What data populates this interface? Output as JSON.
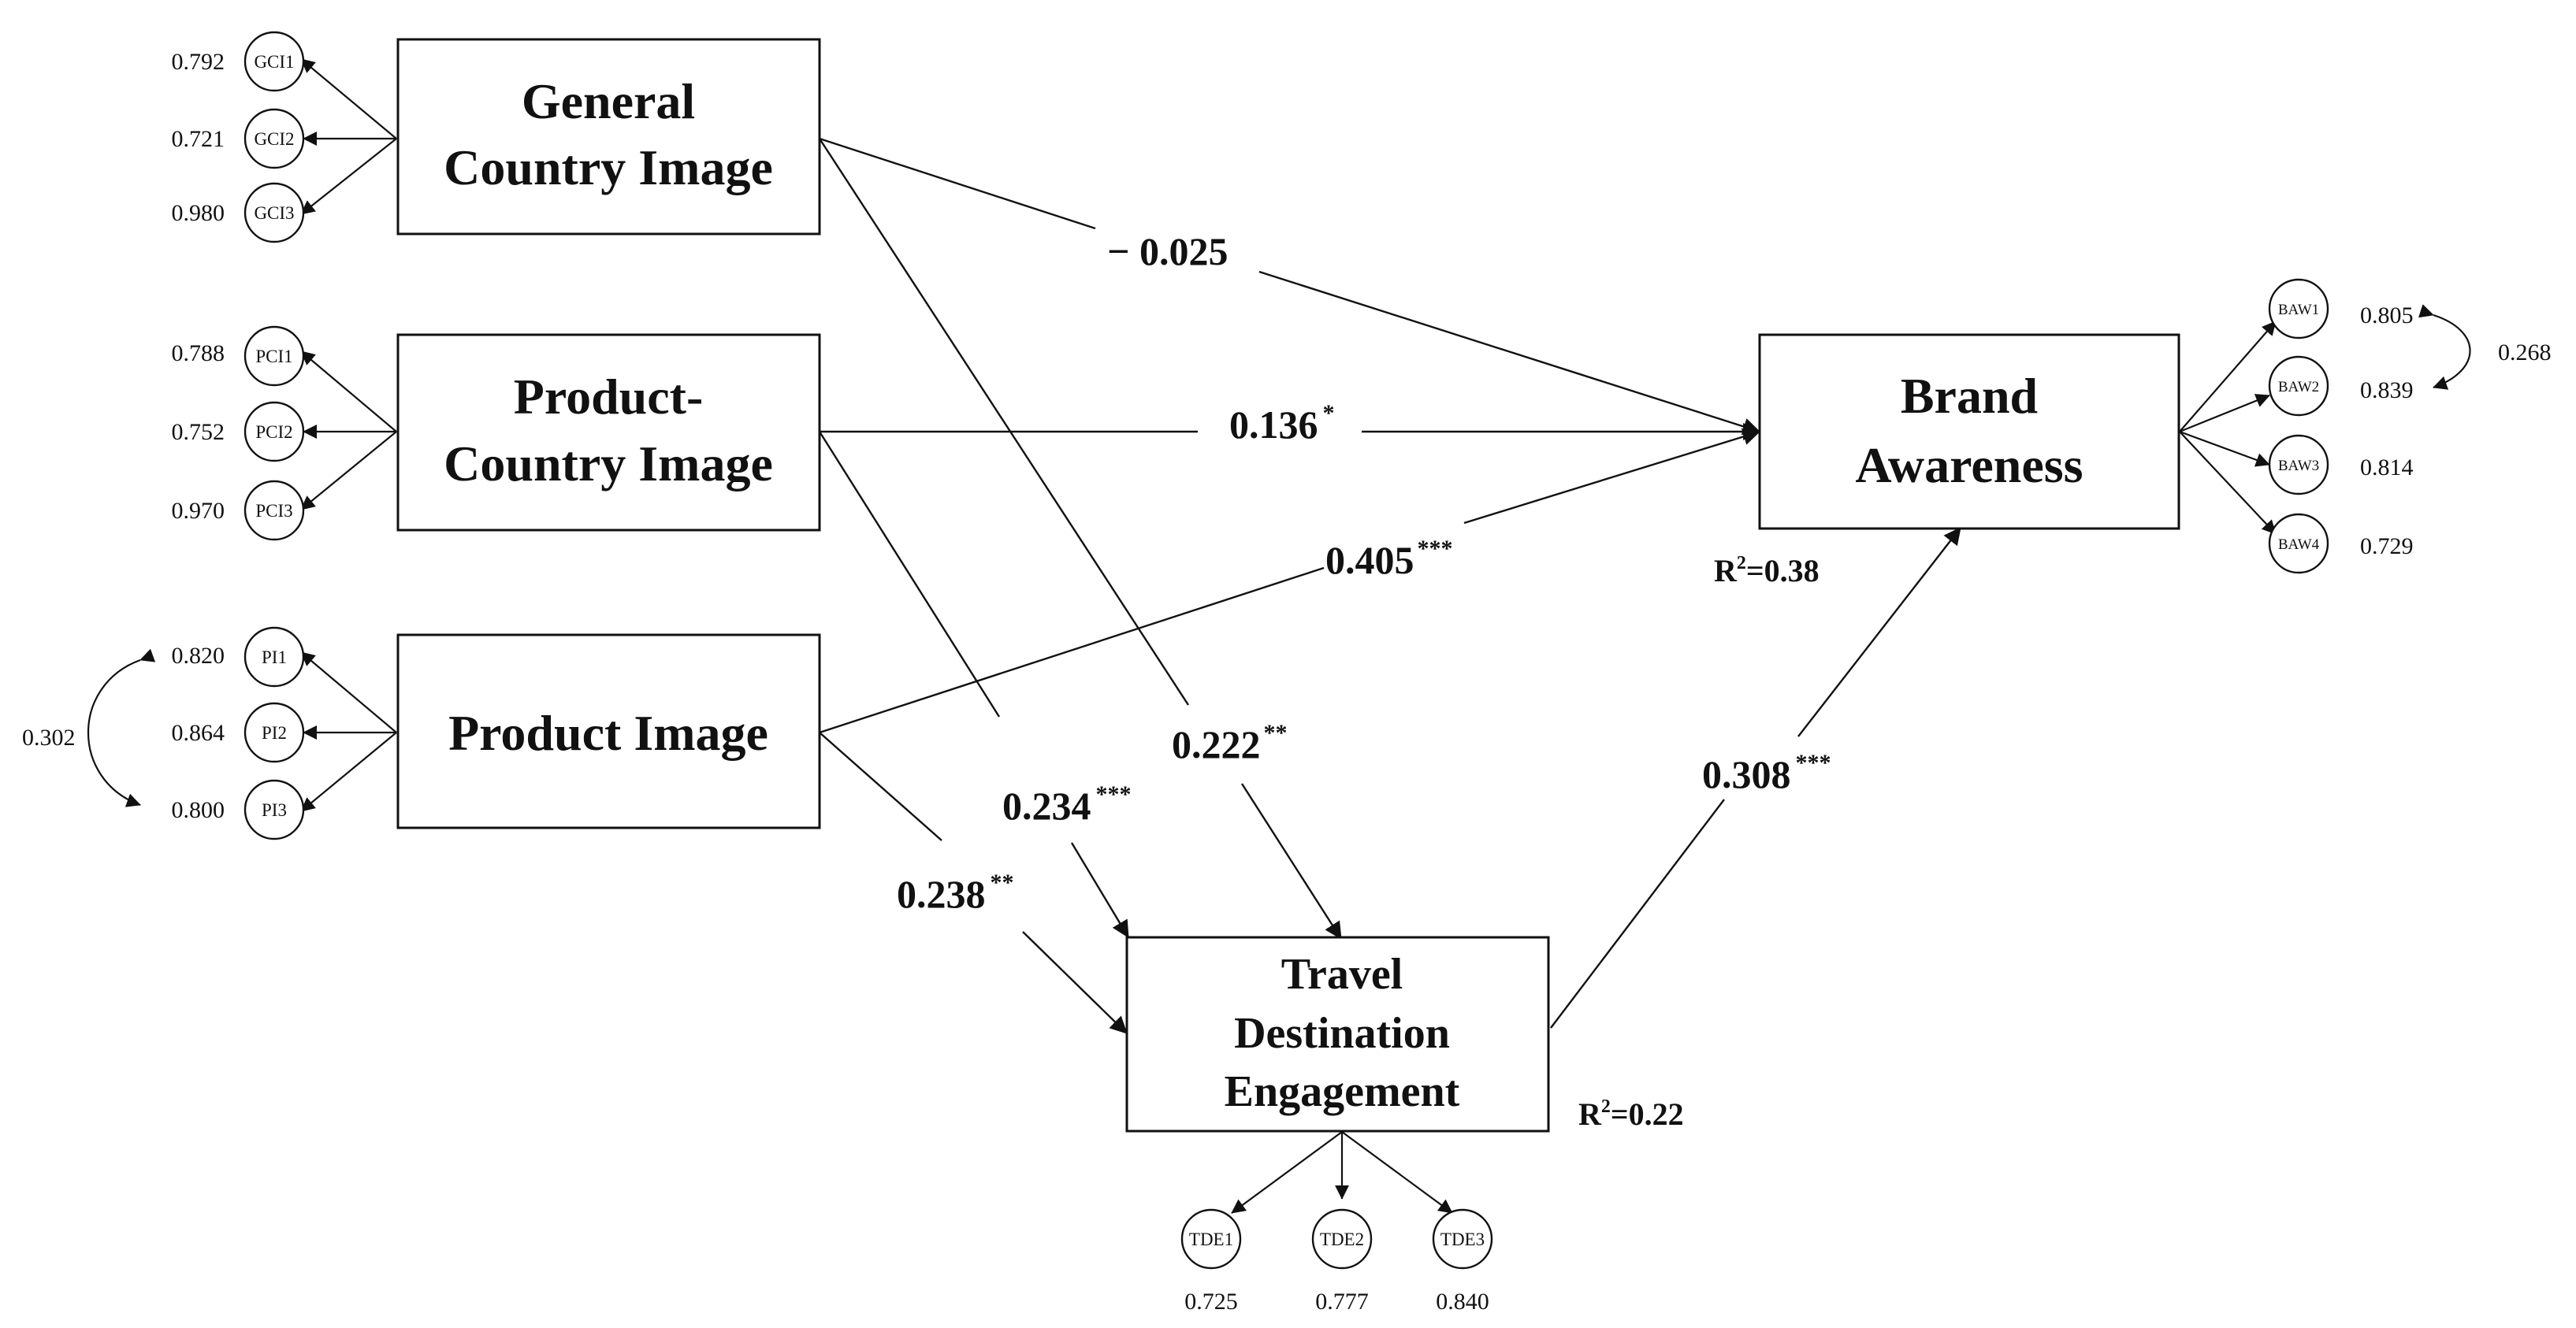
{
  "constructs": {
    "gci": [
      "General",
      "Country Image"
    ],
    "pci": [
      "Product-",
      "Country Image"
    ],
    "pi": [
      "Product Image"
    ],
    "ba": [
      "Brand",
      "Awareness"
    ],
    "tde": [
      "Travel",
      "Destination",
      "Engagement"
    ]
  },
  "paths": {
    "gci_ba": {
      "value": "− 0.025",
      "sig": ""
    },
    "pci_ba": {
      "value": "0.136",
      "sig": "*"
    },
    "pi_ba": {
      "value": "0.405",
      "sig": "***"
    },
    "gci_tde": {
      "value": "0.222",
      "sig": "**"
    },
    "pci_tde": {
      "value": "0.234",
      "sig": "***"
    },
    "pi_tde": {
      "value": "0.238",
      "sig": "**"
    },
    "tde_ba": {
      "value": "0.308",
      "sig": "***"
    }
  },
  "r_squared": {
    "ba": {
      "prefix": "R",
      "sup": "2",
      "rest": "=0.38"
    },
    "tde": {
      "prefix": "R",
      "sup": "2",
      "rest": "=0.22"
    }
  },
  "indicators": {
    "gci": [
      {
        "name": "GCI1",
        "loading": "0.792"
      },
      {
        "name": "GCI2",
        "loading": "0.721"
      },
      {
        "name": "GCI3",
        "loading": "0.980"
      }
    ],
    "pci": [
      {
        "name": "PCI1",
        "loading": "0.788"
      },
      {
        "name": "PCI2",
        "loading": "0.752"
      },
      {
        "name": "PCI3",
        "loading": "0.970"
      }
    ],
    "pi": [
      {
        "name": "PI1",
        "loading": "0.820"
      },
      {
        "name": "PI2",
        "loading": "0.864"
      },
      {
        "name": "PI3",
        "loading": "0.800"
      }
    ],
    "ba": [
      {
        "name": "BAW1",
        "loading": "0.805"
      },
      {
        "name": "BAW2",
        "loading": "0.839"
      },
      {
        "name": "BAW3",
        "loading": "0.814"
      },
      {
        "name": "BAW4",
        "loading": "0.729"
      }
    ],
    "tde": [
      {
        "name": "TDE1",
        "loading": "0.725"
      },
      {
        "name": "TDE2",
        "loading": "0.777"
      },
      {
        "name": "TDE3",
        "loading": "0.840"
      }
    ]
  },
  "covariances": {
    "pi1_pi3": "0.302",
    "baw1_baw2": "0.268"
  }
}
